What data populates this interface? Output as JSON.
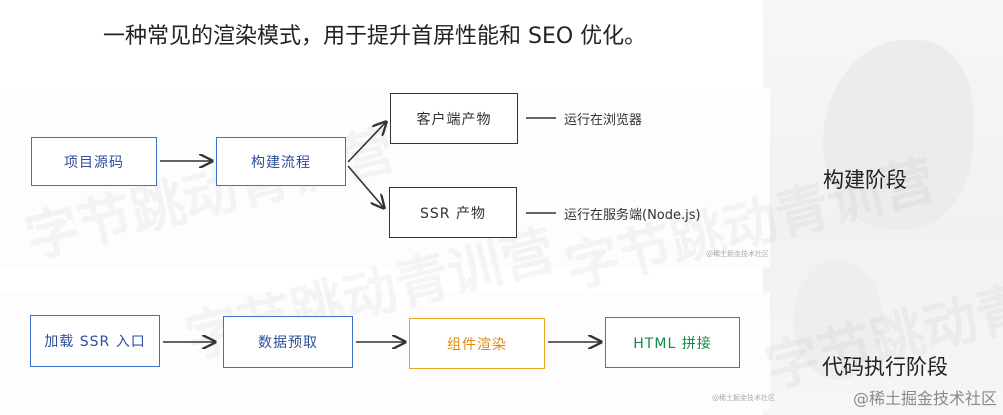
{
  "caption": "一种常见的渲染模式，用于提升首屏性能和 SEO 优化。",
  "build": {
    "source": "项目源码",
    "process": "构建流程",
    "client": "客户端产物",
    "ssr": "SSR 产物",
    "client_note": "运行在浏览器",
    "ssr_note": "运行在服务端(Node.js)",
    "phase": "构建阶段",
    "panel_mark": "@稀土掘金技术社区"
  },
  "run": {
    "load": "加载 SSR 入口",
    "prefetch": "数据预取",
    "render": "组件渲染",
    "html": "HTML 拼接",
    "phase": "代码执行阶段",
    "panel_mark": "@稀土掘金技术社区"
  },
  "watermark": "字节跳动青训营",
  "site_mark": "@稀土掘金技术社区",
  "colors": {
    "blue": "#3f6fc7",
    "dark": "#333333",
    "orange": "#f0a125",
    "green": "#18a05a"
  }
}
